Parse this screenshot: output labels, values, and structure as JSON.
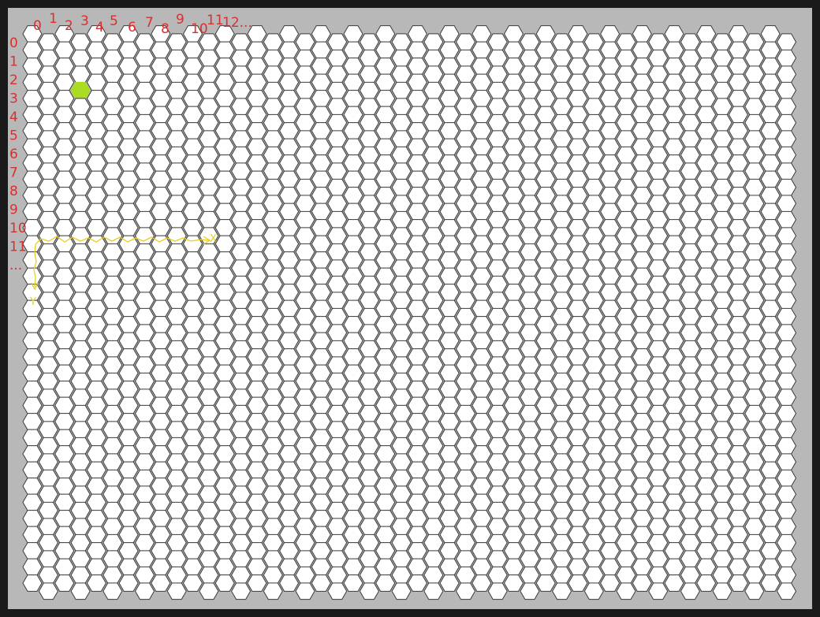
{
  "title": "",
  "grid": {
    "orientation": "flat-top",
    "offset": "even-q",
    "columns": 48,
    "rows": 35,
    "highlighted_cells": [
      {
        "col": 3,
        "row": 3,
        "color": "#aadd22"
      }
    ]
  },
  "column_labels": [
    "0",
    "1",
    "2",
    "3",
    "4",
    "5",
    "6",
    "7",
    "8",
    "9",
    "10",
    "11",
    "12..."
  ],
  "row_labels": [
    "0",
    "1",
    "2",
    "3",
    "4",
    "5",
    "6",
    "7",
    "8",
    "9",
    "10",
    "11",
    "..."
  ],
  "axes": {
    "x_label": "X",
    "y_label": "Y"
  },
  "colors": {
    "background": "#b8b8b8",
    "frame": "#1a1a1a",
    "cell": "#ffffff",
    "cell_border": "#3a3a3a",
    "labels": "#d83030",
    "axes": "#e6d020"
  }
}
